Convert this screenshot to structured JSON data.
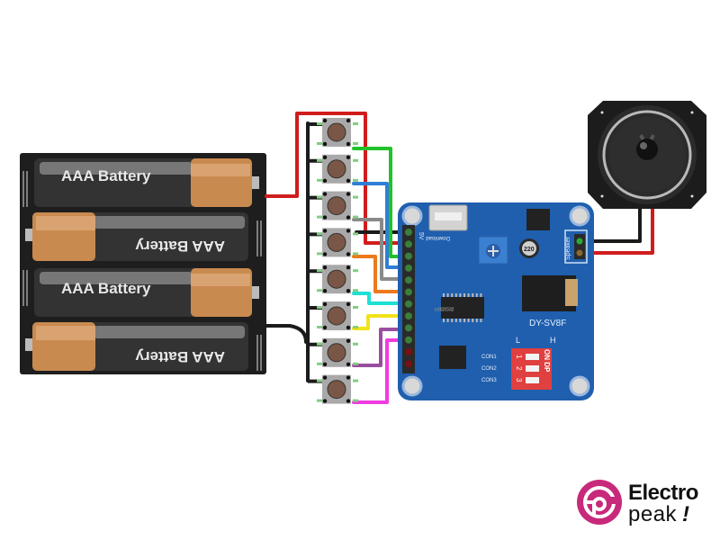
{
  "diagram": {
    "title": "DY-SV8F sound module wiring with 8 push buttons, AAA battery pack and speaker",
    "battery_pack": {
      "cells": [
        {
          "label": "AAA Battery",
          "orientation": "normal"
        },
        {
          "label": "AAA Battery",
          "orientation": "flipped"
        },
        {
          "label": "AAA Battery",
          "orientation": "normal"
        },
        {
          "label": "AAA Battery",
          "orientation": "flipped"
        }
      ],
      "colors": {
        "body": "#2b2b2b",
        "cap": "#c98a4f",
        "holder": "#1e1e1e"
      }
    },
    "buttons": {
      "count": 8,
      "colors": {
        "body": "#a9a9a9",
        "cap": "#7a5646"
      }
    },
    "module": {
      "name": "DY-SV8F",
      "usb_label": "Download",
      "power_label": "5V",
      "speaker_label": "Speaker",
      "chip_label": "DY1703A",
      "chip_code": "201920",
      "capacitor_label": "220",
      "con_labels": [
        "CON1",
        "CON2",
        "CON3"
      ],
      "dip_switch": {
        "left_label": "L",
        "right_label": "H",
        "side_label": "ON DP",
        "numbers": [
          "1",
          "2",
          "3"
        ]
      },
      "colors": {
        "board": "#1f5fae",
        "switch": "#e0403f",
        "pot": "#3b7fd1"
      }
    },
    "wires": [
      {
        "name": "battery-positive",
        "color": "#d01c1c"
      },
      {
        "name": "ground",
        "color": "#1b1b1b"
      },
      {
        "name": "io1",
        "color": "#22c22a"
      },
      {
        "name": "io2",
        "color": "#2f7fd6"
      },
      {
        "name": "io3",
        "color": "#8a8a8a"
      },
      {
        "name": "io4",
        "color": "#ec7a1c"
      },
      {
        "name": "io5",
        "color": "#1fe0d6"
      },
      {
        "name": "io6",
        "color": "#f2e21a"
      },
      {
        "name": "io7",
        "color": "#9a4ea0"
      },
      {
        "name": "io8",
        "color": "#f03ce0"
      }
    ]
  },
  "logo": {
    "line1": "Electro",
    "line2": "peak",
    "bang": "!",
    "color": "#c8297a"
  }
}
